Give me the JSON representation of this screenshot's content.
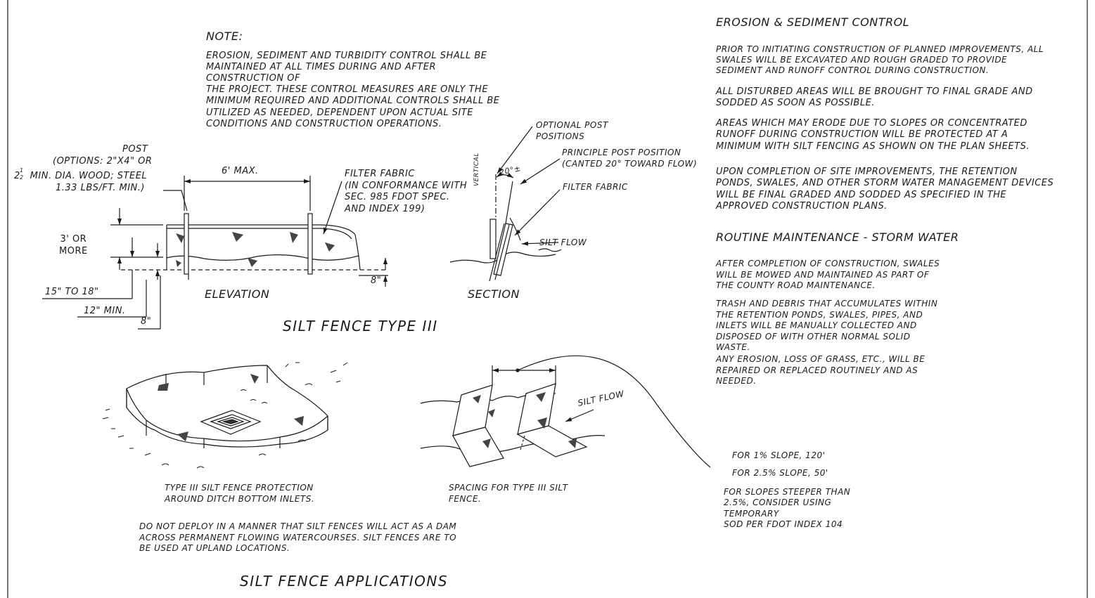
{
  "note": {
    "title": "NOTE:",
    "body": "EROSION, SEDIMENT AND TURBIDITY CONTROL SHALL BE\nMAINTAINED AT ALL TIMES DURING AND AFTER\nCONSTRUCTION OF\nTHE PROJECT. THESE CONTROL MEASURES ARE ONLY THE\nMINIMUM REQUIRED AND ADDITIONAL CONTROLS SHALL BE\nUTILIZED AS NEEDED, DEPENDENT UPON ACTUAL SITE\nCONDITIONS       AND CONSTRUCTION OPERATIONS."
  },
  "elevation": {
    "post_label": "POST",
    "post_options_1": "(OPTIONS: 2\"X4\" OR",
    "post_frac_num": "1",
    "post_frac_den": "2",
    "post_options_2": "2   MIN. DIA. WOOD; STEEL",
    "post_options_3": "1.33 LBS/FT. MIN.)",
    "spacing": "6' MAX.",
    "fabric_label": "FILTER FABRIC\n(IN CONFORMANCE WITH\nSEC. 985 FDOT SPEC.\nAND INDEX 199)",
    "height": "3' OR\nMORE",
    "embed_depth": "15\" TO 18\"",
    "post_min": "12\" MIN.",
    "trench_a": "8\"",
    "trench_b": "8\"",
    "caption": "ELEVATION"
  },
  "section": {
    "optional_post": "OPTIONAL POST\nPOSITIONS",
    "principle_post": "PRINCIPLE POST POSITION\n(CANTED 20° TOWARD FLOW)",
    "filter_fabric": "FILTER FABRIC",
    "angle": "20°±",
    "vertical": "VERTICAL",
    "silt_flow": "SILT FLOW",
    "caption": "SECTION"
  },
  "type3_title": "SILT FENCE TYPE III",
  "applications": {
    "inlet_caption": "TYPE III  SILT FENCE PROTECTION\nAROUND DITCH BOTTOM INLETS.",
    "spacing_caption": "SPACING FOR TYPE III SILT\nFENCE.",
    "silt_flow": "SILT FLOW",
    "warning": "DO NOT DEPLOY IN A MANNER THAT SILT FENCES WILL ACT AS A DAM\nACROSS  PERMANENT FLOWING WATERCOURSES.  SILT FENCES ARE TO\nBE USED AT UPLAND  LOCATIONS.",
    "title": "SILT FENCE APPLICATIONS"
  },
  "erosion": {
    "heading": "EROSION & SEDIMENT CONTROL",
    "p1": "PRIOR TO INITIATING CONSTRUCTION OF PLANNED IMPROVEMENTS, ALL\nSWALES WILL BE EXCAVATED AND ROUGH GRADED TO PROVIDE\nSEDIMENT AND RUNOFF CONTROL DURING CONSTRUCTION.",
    "p2": "ALL DISTURBED AREAS WILL BE BROUGHT TO FINAL GRADE AND\nSODDED AS SOON AS POSSIBLE.",
    "p3": "AREAS WHICH MAY ERODE DUE TO SLOPES OR CONCENTRATED\nRUNOFF DURING CONSTRUCTION WILL BE PROTECTED AT A\nMINIMUM WITH SILT FENCING AS SHOWN ON THE PLAN SHEETS.",
    "p4": "UPON COMPLETION OF SITE IMPROVEMENTS, THE RETENTION\nPONDS, SWALES, AND OTHER STORM WATER MANAGEMENT DEVICES\nWILL BE FINAL GRADED AND SODDED AS SPECIFIED IN THE\nAPPROVED CONSTRUCTION PLANS."
  },
  "maintenance": {
    "heading": "ROUTINE MAINTENANCE - STORM WATER",
    "p1": "AFTER COMPLETION OF CONSTRUCTION, SWALES\nWILL BE MOWED AND MAINTAINED AS PART OF\nTHE COUNTY ROAD MAINTENANCE.",
    "p2": "TRASH AND DEBRIS THAT ACCUMULATES WITHIN\nTHE  RETENTION PONDS, SWALES, PIPES, AND\nINLETS WILL BE MANUALLY COLLECTED AND\nDISPOSED OF WITH OTHER NORMAL SOLID\nWASTE.",
    "p3": "ANY EROSION, LOSS OF GRASS, ETC., WILL BE\nREPAIRED OR REPLACED ROUTINELY AND AS\nNEEDED."
  },
  "slope_spacing": {
    "s1": "FOR 1% SLOPE, 120'",
    "s2": "FOR 2.5% SLOPE, 50'",
    "s3": "FOR SLOPES STEEPER THAN\n2.5%, CONSIDER USING\nTEMPORARY\nSOD PER FDOT INDEX 104"
  }
}
